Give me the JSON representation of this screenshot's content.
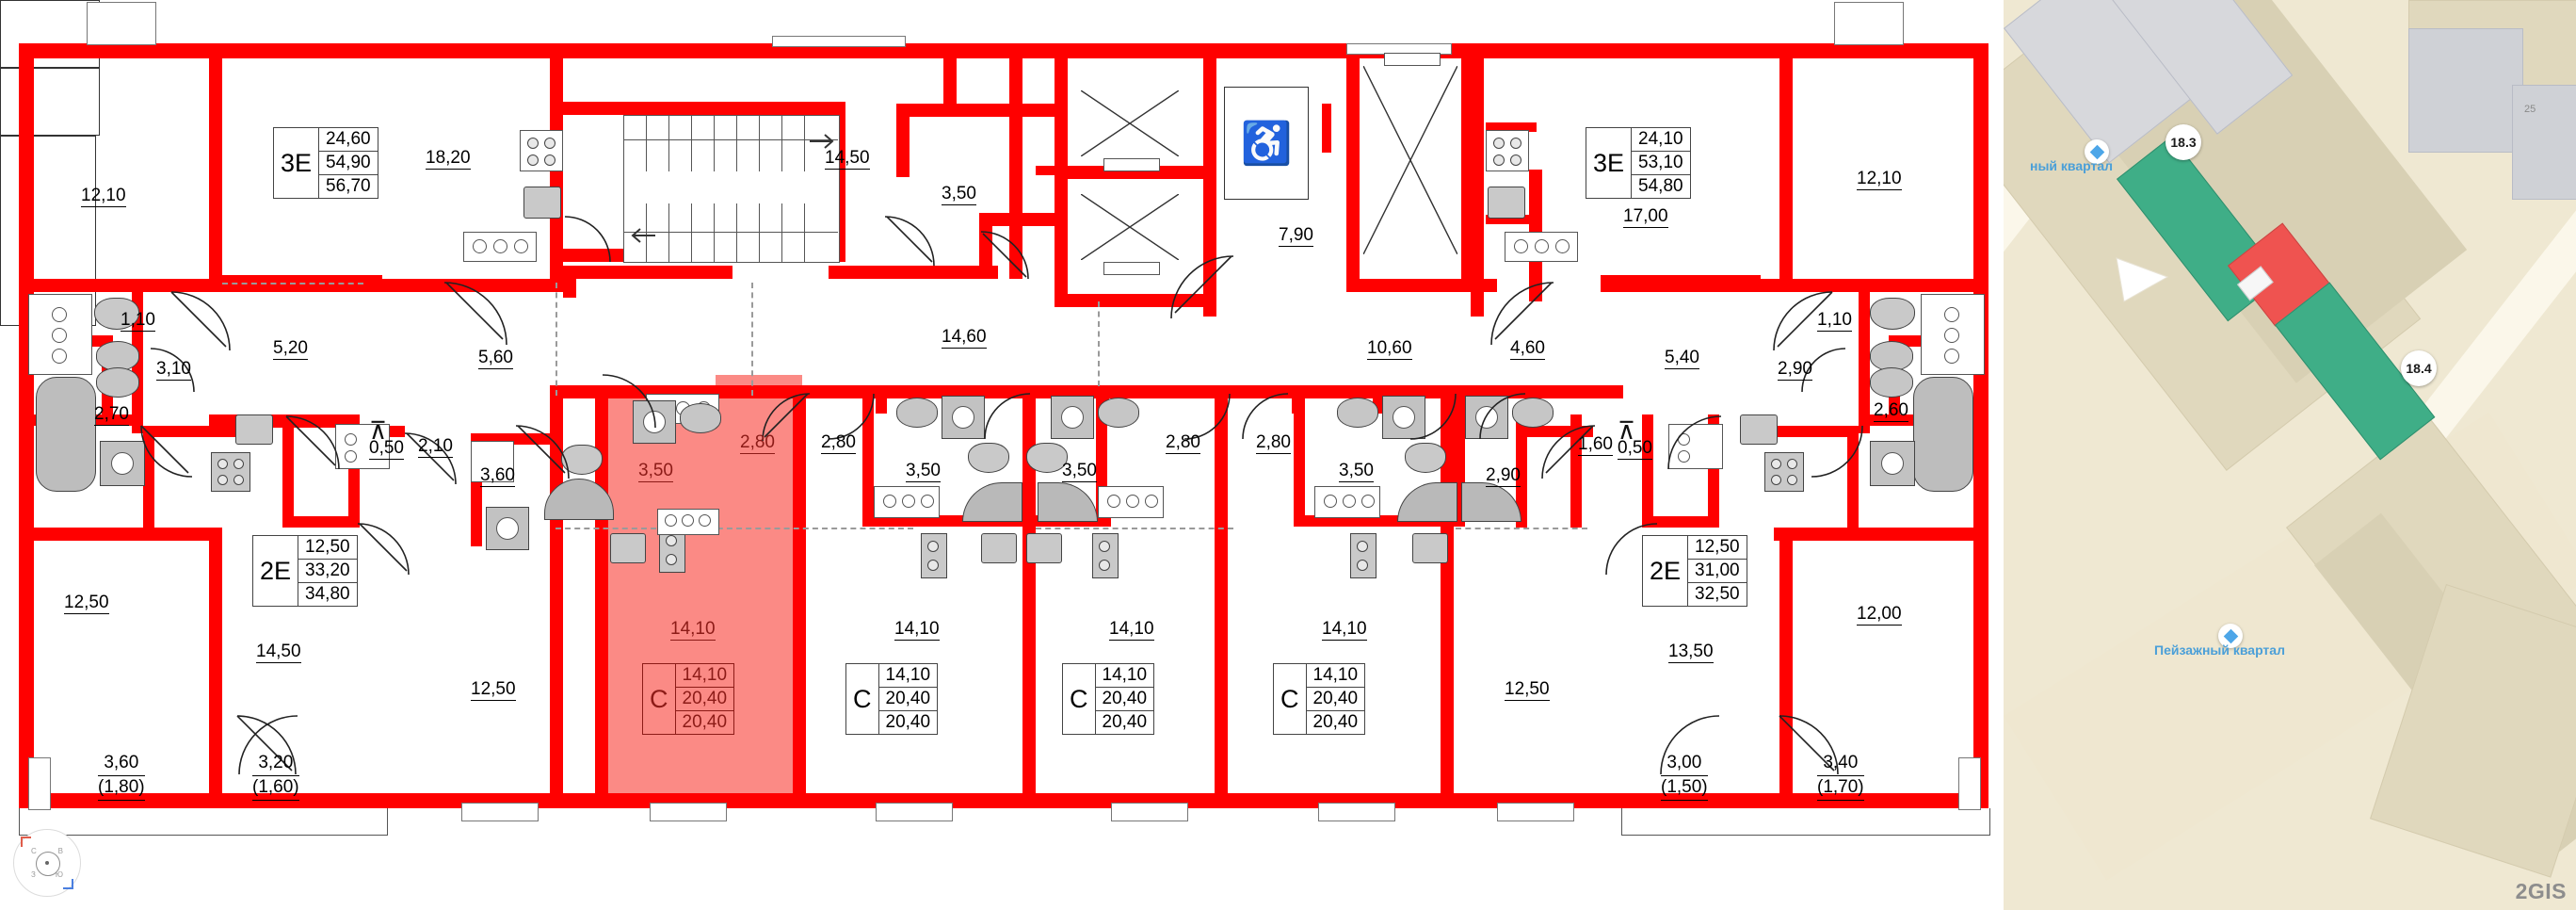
{
  "document": {
    "kind": "residential-floor-plan",
    "watermark": "2GIS"
  },
  "apartments": [
    {
      "id": "left-3e",
      "type": "3E",
      "living": "24,60",
      "area_without_balcony": "54,90",
      "area_total": "56,70"
    },
    {
      "id": "right-3e",
      "type": "3E",
      "living": "24,10",
      "area_without_balcony": "53,10",
      "area_total": "54,80"
    },
    {
      "id": "left-2e",
      "type": "2E",
      "living": "12,50",
      "area_without_balcony": "33,20",
      "area_total": "34,80"
    },
    {
      "id": "right-2e",
      "type": "2E",
      "living": "12,50",
      "area_without_balcony": "31,00",
      "area_total": "32,50"
    },
    {
      "id": "studio-1-selected",
      "type": "C",
      "living": "14,10",
      "area_without_balcony": "20,40",
      "area_total": "20,40",
      "selected": true
    },
    {
      "id": "studio-2",
      "type": "C",
      "living": "14,10",
      "area_without_balcony": "20,40",
      "area_total": "20,40"
    },
    {
      "id": "studio-3",
      "type": "C",
      "living": "14,10",
      "area_without_balcony": "20,40",
      "area_total": "20,40"
    },
    {
      "id": "studio-4",
      "type": "C",
      "living": "14,10",
      "area_without_balcony": "20,40",
      "area_total": "20,40"
    }
  ],
  "room_areas": {
    "left_3e_living": "12,10",
    "left_3e_room_b": "18,20",
    "left_hall": "5,20",
    "left_bath_wc": "1,10",
    "left_corridor": "3,10",
    "left_bath": "2,70",
    "left_2e_living": "12,50",
    "left_2e_room": "14,50",
    "left_wardrobe": "0,50",
    "left_kitchen_hall": "2,10",
    "left_mid_room": "12,50",
    "mid_hall": "5,60",
    "studio1_bath": "3,60",
    "studio1_kitchen": "3,50",
    "studio1_entry": "2,80",
    "studio1_main": "14,10",
    "studio2_entry": "2,80",
    "studio2_bath": "3,50",
    "studio2_main": "14,10",
    "studio3_bath": "3,50",
    "studio3_entry": "2,80",
    "studio3_main": "14,10",
    "studio4_entry": "2,80",
    "studio4_bath": "3,50",
    "studio4_main": "14,10",
    "studio4_hall": "2,90",
    "stair_landing": "14,50",
    "lobby_small": "3,50",
    "corridor_main": "14,60",
    "accessible_lobby": "7,90",
    "corridor_right": "10,60",
    "right_hall_small": "4,60",
    "right_entry": "1,60",
    "right_wardrobe": "0,50",
    "right_hall": "5,40",
    "right_corridor": "2,90",
    "right_bath": "2,60",
    "right_bath_wc": "1,10",
    "right_3e_room": "17,00",
    "right_3e_living": "12,10",
    "right_2e_living": "12,00",
    "right_2e_room": "13,50",
    "right_mid_room": "12,50"
  },
  "balconies": [
    {
      "id": "bal-1",
      "area": "3,60",
      "reduced": "(1,80)"
    },
    {
      "id": "bal-2",
      "area": "3,20",
      "reduced": "(1,60)"
    },
    {
      "id": "bal-3",
      "area": "3,00",
      "reduced": "(1,50)"
    },
    {
      "id": "bal-4",
      "area": "3,40",
      "reduced": "(1,70)"
    }
  ],
  "map": {
    "provider": "2GIS",
    "markers": [
      {
        "id": "marker-18-3",
        "label": "18.3"
      },
      {
        "id": "marker-18-4",
        "label": "18.4"
      }
    ],
    "pois": [
      {
        "id": "poi-upper",
        "label": "ный квартал"
      },
      {
        "id": "poi-lower",
        "label": "Пейзажный квартал"
      }
    ],
    "colors": {
      "background": "#f2ecd9",
      "building_green": "#3fae87",
      "building_red": "#ef5350",
      "poi_blue": "#4da6e8"
    }
  },
  "icons": {
    "wheelchair": "♿",
    "hanger": "⊼"
  },
  "colors": {
    "wall": "#ff0000",
    "highlight_fill": "#fb8a85",
    "highlight_text": "#8c1b17"
  }
}
